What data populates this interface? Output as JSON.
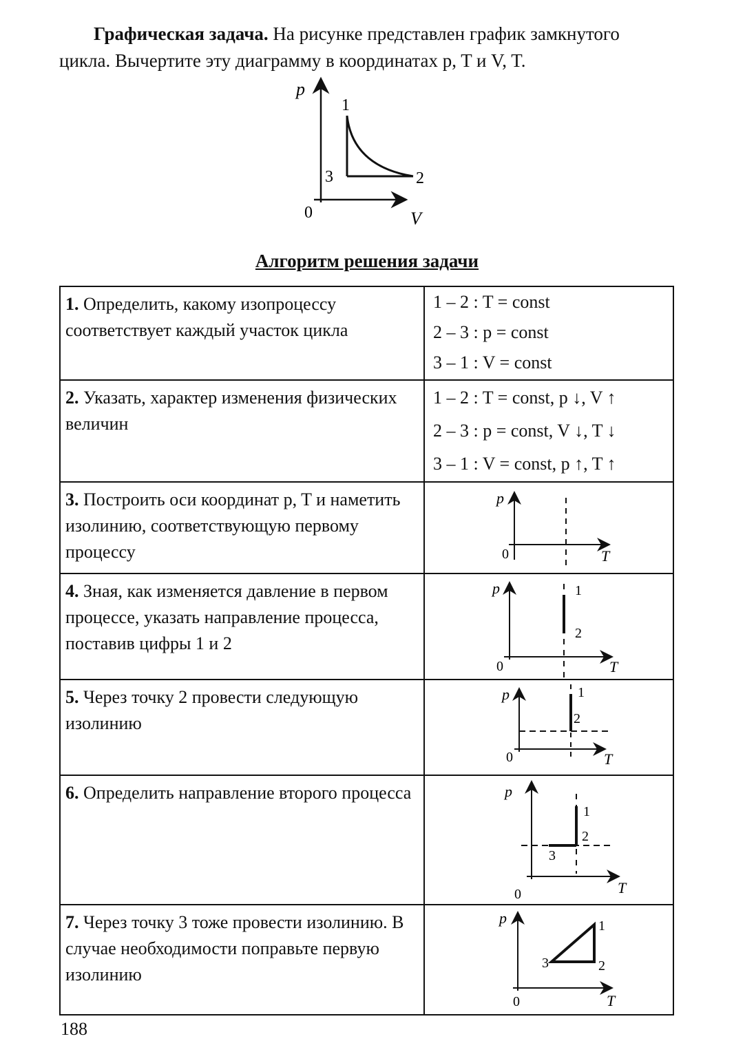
{
  "intro": {
    "title": "Графическая задача.",
    "line1_rest": " На рисунке представлен график замкнутого",
    "line2": "цикла. Вычертите эту диаграмму в координатах p, T и V, T."
  },
  "main_figure": {
    "y_axis_label": "p",
    "x_axis_label": "V",
    "origin_label": "0",
    "point_labels": [
      "1",
      "2",
      "3"
    ]
  },
  "heading": "Алгоритм решения задачи",
  "steps": [
    {
      "num": "1.",
      "text": "Определить, какому изопроцессу соответствует каждый участок цикла",
      "answers": [
        "1 – 2 : T = const",
        "2 – 3 : p = const",
        "3 – 1 : V = const"
      ]
    },
    {
      "num": "2.",
      "text": "Указать, характер изменения физических величин",
      "answers": [
        "1 – 2 : T = const, p ↓, V ↑",
        "2 – 3 : p = const, V ↓, T ↓",
        "3 – 1 : V = const, p ↑, T ↑"
      ]
    },
    {
      "num": "3.",
      "text": "Построить оси координат p, T и наметить изолинию, соответствующую первому процессу",
      "fig": {
        "y": "p",
        "x": "T",
        "o": "0"
      }
    },
    {
      "num": "4.",
      "text": "Зная, как изменяется давление в первом процессе, указать направление процесса, поставив цифры 1 и 2",
      "fig": {
        "y": "p",
        "x": "T",
        "o": "0",
        "p1": "1",
        "p2": "2"
      }
    },
    {
      "num": "5.",
      "text": "Через точку 2 провести следующую изолинию",
      "fig": {
        "y": "p",
        "x": "T",
        "o": "0",
        "p1": "1",
        "p2": "2"
      }
    },
    {
      "num": "6.",
      "text": "Определить направление второго процесса",
      "fig": {
        "y": "p",
        "x": "T",
        "o": "0",
        "p1": "1",
        "p2": "2",
        "p3": "3"
      }
    },
    {
      "num": "7.",
      "text": "Через точку 3 тоже провести изолинию. В случае необходимости поправьте первую изолинию",
      "fig": {
        "y": "p",
        "x": "T",
        "o": "0",
        "p1": "1",
        "p2": "2",
        "p3": "3"
      }
    }
  ],
  "page_number": "188"
}
